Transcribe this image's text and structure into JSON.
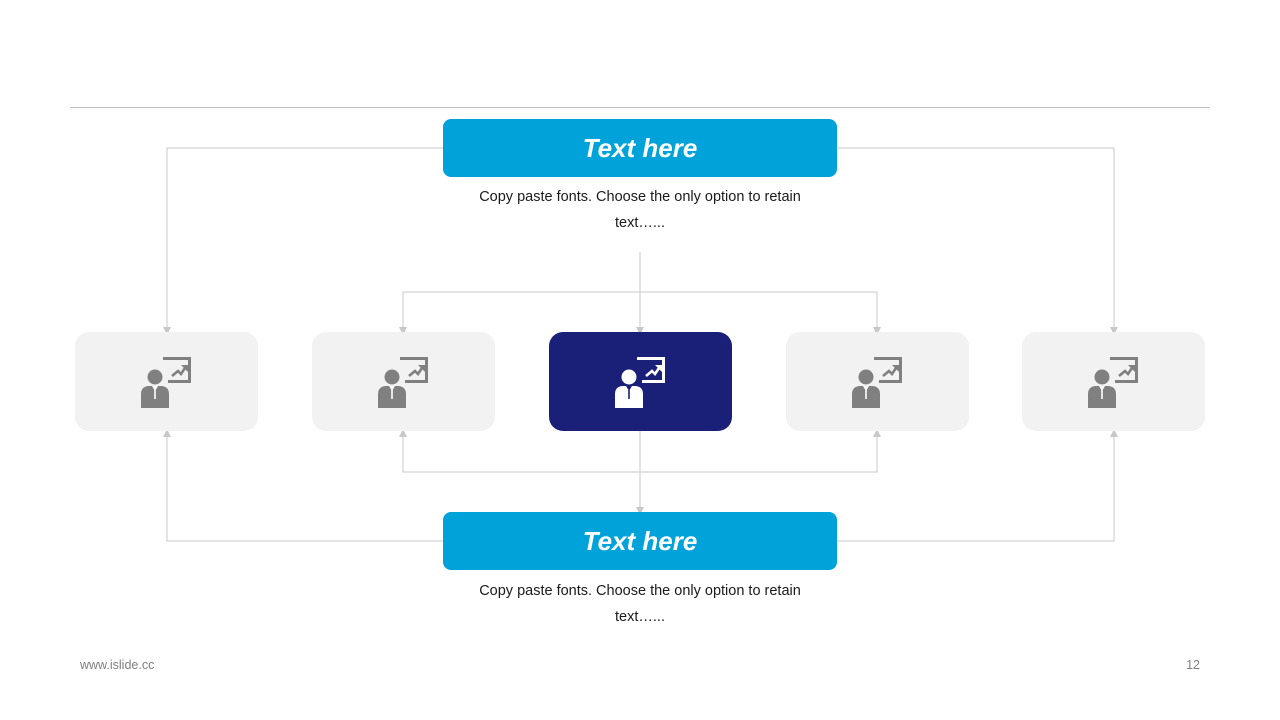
{
  "top_block": {
    "title": "Text here",
    "description_line1": "Copy paste fonts. Choose the only option to retain",
    "description_line2": "text…..."
  },
  "bottom_block": {
    "title": "Text here",
    "description_line1": "Copy paste fonts. Choose the only option to retain",
    "description_line2": "text…..."
  },
  "cards": [
    {
      "icon": "presenter-chart-icon",
      "active": false
    },
    {
      "icon": "presenter-chart-icon",
      "active": false
    },
    {
      "icon": "presenter-chart-icon",
      "active": true
    },
    {
      "icon": "presenter-chart-icon",
      "active": false
    },
    {
      "icon": "presenter-chart-icon",
      "active": false
    }
  ],
  "footer": {
    "url": "www.islide.cc",
    "page_number": "12"
  },
  "colors": {
    "title_box": "#00a3d9",
    "active_card": "#1a1f78",
    "inactive_card": "#f2f2f2",
    "icon_gray": "#808080",
    "connector": "#c8c8c8"
  }
}
